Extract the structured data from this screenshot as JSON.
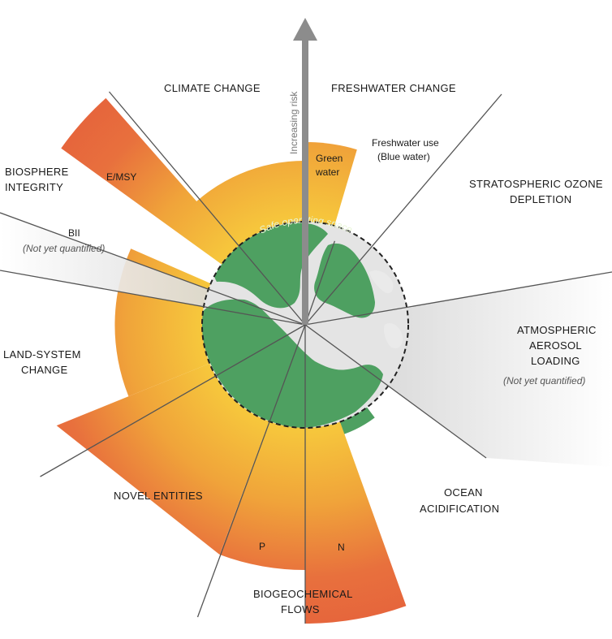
{
  "colors": {
    "inner": "#f6c63c",
    "outer": "#e8653c",
    "safe_zone": "#3f9a55",
    "land": "#2c7f42",
    "grey_wedge": "#d4d4d4",
    "line": "#555555",
    "arrow": "#8a8a8a"
  },
  "arrow": {
    "label": "Increasing risk"
  },
  "safe_zone": {
    "label": "Safe operating space"
  },
  "labels": {
    "climate_change": "CLIMATE CHANGE",
    "freshwater_change": "FRESHWATER CHANGE",
    "green_water_1": "Green",
    "green_water_2": "water",
    "freshwater_use_1": "Freshwater use",
    "freshwater_use_2": "(Blue water)",
    "ozone_1": "STRATOSPHERIC OZONE",
    "ozone_2": "DEPLETION",
    "aerosol_1": "ATMOSPHERIC",
    "aerosol_2": "AEROSOL",
    "aerosol_3": "LOADING",
    "aerosol_note": "(Not yet quantified)",
    "ocean_1": "OCEAN",
    "ocean_2": "ACIDIFICATION",
    "biogeo_1": "BIOGEOCHEMICAL",
    "biogeo_2": "FLOWS",
    "n": "N",
    "p": "P",
    "novel": "NOVEL ENTITIES",
    "land_1": "LAND-SYSTEM",
    "land_2": "CHANGE",
    "bii": "BII",
    "bii_note": "(Not yet quantified)",
    "biosphere_1": "BIOSPHERE",
    "biosphere_2": "INTEGRITY",
    "emsy": "E/MSY"
  }
}
